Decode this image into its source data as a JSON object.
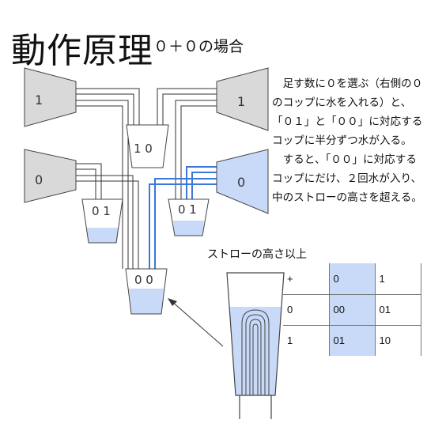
{
  "title": "動作原理",
  "subtitle": "０＋０の場合",
  "funnels": {
    "top_left": "1",
    "mid_left": "0",
    "top_right": "1",
    "mid_right": "0"
  },
  "cups": {
    "top_center": "1 0",
    "left": "0 1",
    "right": "0 1",
    "bottom": "0 0"
  },
  "description": [
    "　足す数に０を選ぶ（右側の０",
    "のコップに水を入れる）と、",
    "「０１」と「００」に対応する",
    "コップに半分ずつ水が入る。",
    "　すると、「００」に対応する",
    "コップにだけ、２回水が入り、",
    "中のストローの高さを超える。"
  ],
  "straw_label": "ストローの高さ以上",
  "table": {
    "header": [
      "+",
      "0",
      "1"
    ],
    "rows": [
      [
        "0",
        "00",
        "01"
      ],
      [
        "1",
        "01",
        "10"
      ]
    ]
  },
  "colors": {
    "water": "#c9daf8",
    "active_pipe": "#3c78d8",
    "funnel_gray": "#d9d9d9",
    "outline": "#333333"
  }
}
